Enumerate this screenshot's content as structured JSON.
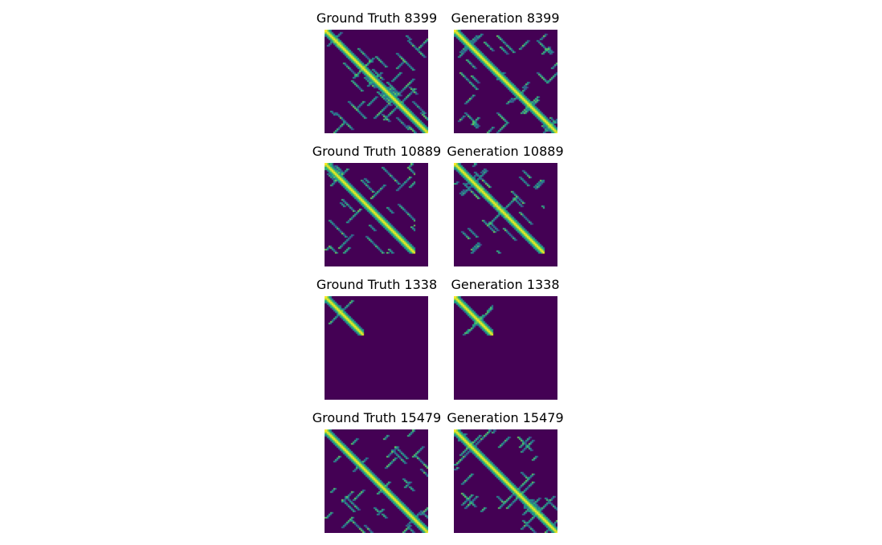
{
  "chart_data": {
    "type": "heatmap",
    "layout": "4 rows x 2 columns grid of contact-map heatmaps",
    "colormap": "viridis",
    "colors": {
      "low": "#440154",
      "mid_low": "#3b528b",
      "mid": "#21918c",
      "mid_high": "#5ec962",
      "high": "#fde725"
    },
    "axes_visible": false,
    "panels": [
      {
        "row": 0,
        "col": 0,
        "title": "Ground Truth 8399",
        "kind": "ground_truth",
        "sample_id": 8399,
        "diag_fraction": 1.0,
        "seed": 11,
        "blobs": 20
      },
      {
        "row": 0,
        "col": 1,
        "title": "Generation 8399",
        "kind": "generation",
        "sample_id": 8399,
        "diag_fraction": 1.0,
        "seed": 23,
        "blobs": 20
      },
      {
        "row": 1,
        "col": 0,
        "title": "Ground Truth 10889",
        "kind": "ground_truth",
        "sample_id": 10889,
        "diag_fraction": 0.88,
        "seed": 37,
        "blobs": 16
      },
      {
        "row": 1,
        "col": 1,
        "title": "Generation 10889",
        "kind": "generation",
        "sample_id": 10889,
        "diag_fraction": 0.88,
        "seed": 41,
        "blobs": 16
      },
      {
        "row": 2,
        "col": 0,
        "title": "Ground Truth 1338",
        "kind": "ground_truth",
        "sample_id": 1338,
        "diag_fraction": 0.37,
        "seed": 53,
        "blobs": 3
      },
      {
        "row": 2,
        "col": 1,
        "title": "Generation 1338",
        "kind": "generation",
        "sample_id": 1338,
        "diag_fraction": 0.37,
        "seed": 59,
        "blobs": 3
      },
      {
        "row": 3,
        "col": 0,
        "title": "Ground Truth 15479",
        "kind": "ground_truth",
        "sample_id": 15479,
        "diag_fraction": 1.0,
        "seed": 67,
        "blobs": 20
      },
      {
        "row": 3,
        "col": 1,
        "title": "Generation 15479",
        "kind": "generation",
        "sample_id": 15479,
        "diag_fraction": 1.0,
        "seed": 71,
        "blobs": 20
      }
    ]
  }
}
